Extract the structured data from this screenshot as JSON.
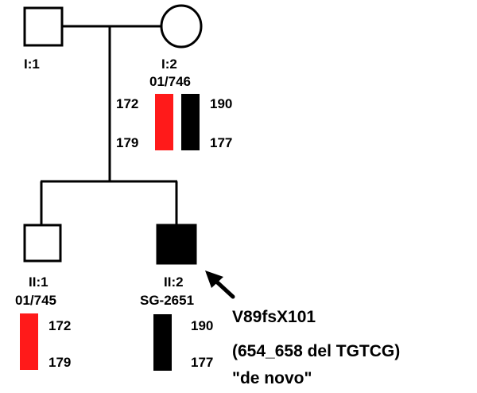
{
  "colors": {
    "line": "#000000",
    "affected": "#000000",
    "haplotype_red": "#ff1a1a",
    "haplotype_black": "#000000",
    "background": "#ffffff"
  },
  "individuals": {
    "father": {
      "id": "I:1",
      "sex": "male",
      "affected": false
    },
    "mother": {
      "id": "I:2",
      "sample": "01/746",
      "sex": "female",
      "affected": false,
      "alleles_left": [
        "172",
        "179"
      ],
      "alleles_right": [
        "190",
        "177"
      ]
    },
    "son": {
      "id": "II:1",
      "sample": "01/745",
      "sex": "male",
      "affected": false,
      "alleles": [
        "172",
        "179"
      ]
    },
    "proband": {
      "id": "II:2",
      "sample": "SG-2651",
      "sex": "male",
      "affected": true,
      "alleles": [
        "190",
        "177"
      ]
    }
  },
  "annotation": {
    "mutation": "V89fsX101",
    "deletion": "(654_658 del TGTCG)",
    "origin": "\"de novo\""
  },
  "icons": {
    "proband_arrow": "arrow-up-left-icon"
  }
}
